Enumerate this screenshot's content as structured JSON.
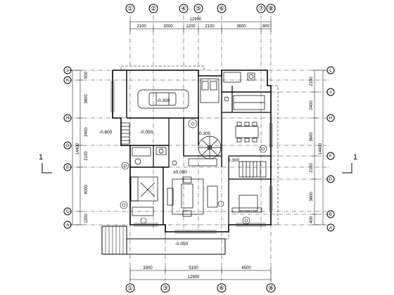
{
  "dimensions": {
    "top_overall": "12900",
    "top_segments": [
      "2100",
      "3000",
      "1200",
      "2100",
      "3600",
      "900"
    ],
    "bottom_overall": "12900",
    "bottom_segments": [
      "3300",
      "5100",
      "4500"
    ],
    "left_segments": [
      "900",
      "3600",
      "2400",
      "2100",
      "4000",
      "1200"
    ],
    "left_overall": "14400",
    "right_segments": [
      "2100",
      "2400",
      "3600",
      "2100",
      "3600",
      "400"
    ],
    "right_overall": "14400"
  },
  "axes": {
    "top": [
      "①",
      "②",
      "④",
      "⑤",
      "⑥",
      "⑦",
      "⑧"
    ],
    "bottom": [
      "①",
      "③",
      "⑥",
      "⑧"
    ],
    "left": [
      "L",
      "K",
      "H",
      "G",
      "E",
      "C",
      "A"
    ],
    "right": [
      "L",
      "J",
      "H",
      "F",
      "D",
      "B",
      "A"
    ]
  },
  "levels": {
    "garage": "-0.300",
    "entry_left": "-0.600",
    "entry_mid": "-0.050",
    "stair_hall": "-0.300",
    "living": "±0.000",
    "dining_step": "0.300",
    "bottom_terrace": "-0.050"
  },
  "section_marks": {
    "left": "1",
    "right": "1"
  }
}
